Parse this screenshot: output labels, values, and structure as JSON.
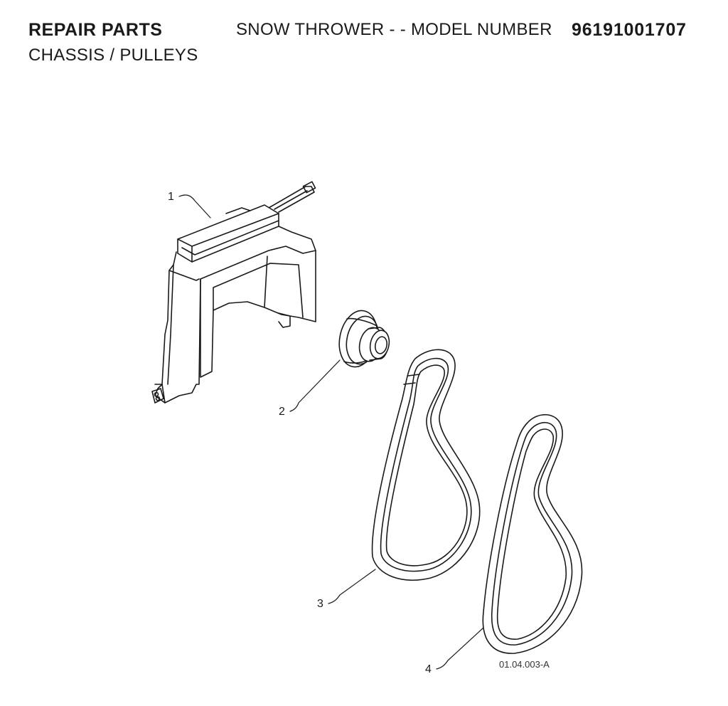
{
  "header": {
    "section_title": "REPAIR PARTS",
    "product": "SNOW THROWER - - MODEL NUMBER",
    "model_number": "96191001707",
    "subtitle": "CHASSIS / PULLEYS"
  },
  "diagram": {
    "callouts": [
      "1",
      "2",
      "3",
      "4"
    ],
    "figure_id": "01.04.003-A"
  }
}
